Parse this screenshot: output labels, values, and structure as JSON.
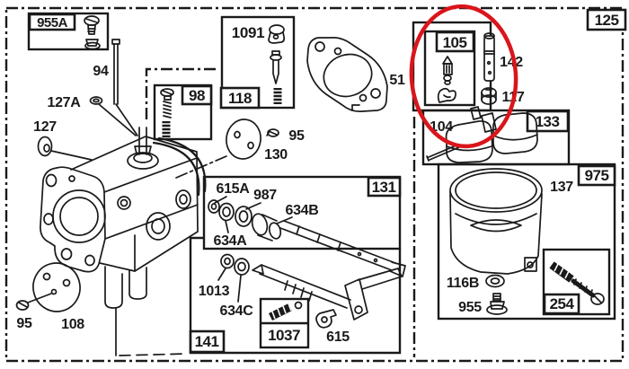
{
  "colors": {
    "ink": "#1a1a1a",
    "highlight": "#d9151b",
    "paper": "#ffffff"
  },
  "labels": {
    "page125": "125",
    "box955a": "955A",
    "part94": "94",
    "part127a": "127A",
    "part127": "127",
    "box98": "98",
    "box1091": "1091",
    "box118": "118",
    "part51": "51",
    "part95_top": "95",
    "part130": "130",
    "box105": "105",
    "part142": "142",
    "part117": "117",
    "part104": "104",
    "box133": "133",
    "part137": "137",
    "box975": "975",
    "box131": "131",
    "part615a": "615A",
    "part987": "987",
    "part634b": "634B",
    "part634a": "634A",
    "part1013": "1013",
    "part634c": "634C",
    "box1037": "1037",
    "part615": "615",
    "box141": "141",
    "part95_bottom": "95",
    "part108": "108",
    "part116b": "116B",
    "part955": "955",
    "box254": "254"
  }
}
